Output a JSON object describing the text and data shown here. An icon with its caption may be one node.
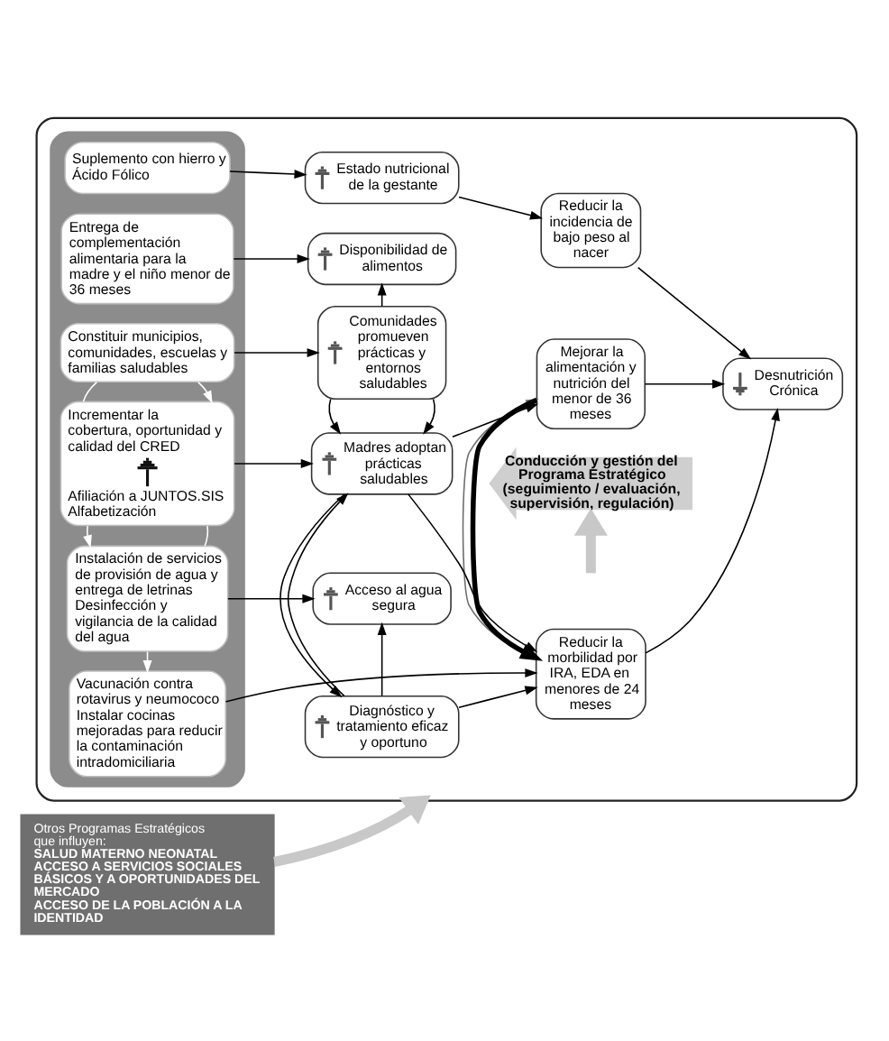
{
  "diagram": {
    "nodes": [
      {
        "text": [],
        "shape": "box"
      },
      {
        "text": [],
        "shape": "box",
        "in": 0
      },
      {
        "text": [
          "Suplemento con hierro y Ácido Fólico"
        ],
        "in": 1
      },
      {
        "text": [
          "Entrega de complementación alimentaria para la madre y el niño menor de 36 meses"
        ],
        "in": 1
      },
      {
        "text": [
          "Constituir municipios, comunidades, escuelas y familias saludables"
        ],
        "in": 1
      },
      {
        "text": [
          "Incrementar la cobertura, oportunidad y calidad del CRED",
          "Afiliación a JUNTOS.SIS",
          "Alfabetización"
        ],
        "in": 1
      },
      {
        "text": [
          "Instalación de servicios de provisión de agua y entrega de letrinas",
          "Desinfección y vigilancia de la calidad del agua"
        ],
        "in": 1
      },
      {
        "text": [
          "Vacunación contra rotavirus y neumococo",
          "Instalar cocinas mejoradas para reducir la contaminación intradomiciliaria"
        ],
        "in": 1
      },
      {
        "text": [
          "Estado nutricional de la gestante"
        ],
        "in": 0
      },
      {
        "text": [
          "Disponibilidad de alimentos"
        ],
        "in": 0
      },
      {
        "text": [
          "Comunidades promueven prácticas y entornos saludables"
        ],
        "in": 0
      },
      {
        "text": [
          "Madres adoptan prácticas saludables"
        ],
        "in": 0
      },
      {
        "text": [
          "Diagnóstico y tratamiento eficaz y oportuno"
        ],
        "in": 0
      },
      {
        "text": [
          "Acceso al agua segura"
        ],
        "in": 0
      },
      {
        "text": [
          "Reducir la incidencia de bajo peso al nacer"
        ],
        "in": 0
      },
      {
        "text": [
          "Mejorar la alimentación y nutrición del menor de 36 meses"
        ],
        "in": 0
      },
      {
        "text": [
          "Reducir la morbilidad por IRA, EDA en menores de 24 meses"
        ],
        "in": 0
      },
      {
        "text": [
          "Desnutrición Crónica"
        ],
        "in": 0
      },
      {
        "text": [
          "Conducción y gestión del Programa Estratégico",
          "(seguimiento / evaluación, supervisión, regulación)"
        ],
        "in": 0
      },
      {
        "text": [
          "Otros Programas Estratégicos que influyen:",
          "SALUD MATERNO NEONATAL",
          "ACCESO A SERVICIOS SOCIALES BÁSICOS Y A OPORTUNIDADES DEL MERCADO",
          "ACCESO DE LA POBLACIÓN A LA IDENTIDAD"
        ]
      }
    ],
    "edges": [
      {
        "from": 2,
        "to": 8,
        "arrow": "to"
      },
      {
        "from": 3,
        "to": 9,
        "arrow": "to"
      },
      {
        "from": 4,
        "to": 10,
        "arrow": "to"
      },
      {
        "from": 5,
        "to": 11,
        "arrow": "to"
      },
      {
        "from": 6,
        "to": 13,
        "arrow": "to"
      },
      {
        "from": 7,
        "to": 16,
        "arrow": "to"
      },
      {
        "from": 4,
        "to": 5,
        "arrow": "to",
        "color": "#ffffff"
      },
      {
        "from": 4,
        "to": 5,
        "arrow": "none",
        "color": "#ffffff"
      },
      {
        "from": 5,
        "to": 6,
        "arrow": "none",
        "color": "#ffffff"
      },
      {
        "from": 5,
        "to": 6,
        "arrow": "to",
        "color": "#ffffff"
      },
      {
        "from": 6,
        "to": 7,
        "arrow": "to",
        "color": "#ffffff"
      },
      {
        "from": 10,
        "to": 9,
        "arrow": "to"
      },
      {
        "from": 10,
        "to": 11,
        "arrow": "to"
      },
      {
        "from": 10,
        "to": 11,
        "arrow": "to"
      },
      {
        "from": 12,
        "to": 11,
        "arrow": "to"
      },
      {
        "from": 11,
        "to": 12,
        "arrow": "to"
      },
      {
        "from": 12,
        "to": 13,
        "arrow": "to"
      },
      {
        "from": 8,
        "to": 14,
        "arrow": "to"
      },
      {
        "from": 11,
        "to": 15,
        "arrow": "to"
      },
      {
        "from": 11,
        "to": 16,
        "arrow": "to"
      },
      {
        "from": 12,
        "to": 16,
        "arrow": "to"
      },
      {
        "from": 15,
        "to": 16,
        "arrow": "to",
        "style": "thick"
      },
      {
        "from": 16,
        "to": 15,
        "arrow": "to",
        "color": "#6d6d6d"
      },
      {
        "from": 14,
        "to": 17,
        "arrow": "to"
      },
      {
        "from": 15,
        "to": 17,
        "arrow": "to"
      },
      {
        "from": 16,
        "to": 17,
        "arrow": "to"
      },
      {
        "from": null,
        "to": 18,
        "arrow": "to",
        "style": "thick",
        "color": "#c8c8c8"
      },
      {
        "from": 19,
        "to": 0,
        "arrow": "to",
        "style": "thick",
        "color": "#c8c8c8"
      }
    ]
  }
}
